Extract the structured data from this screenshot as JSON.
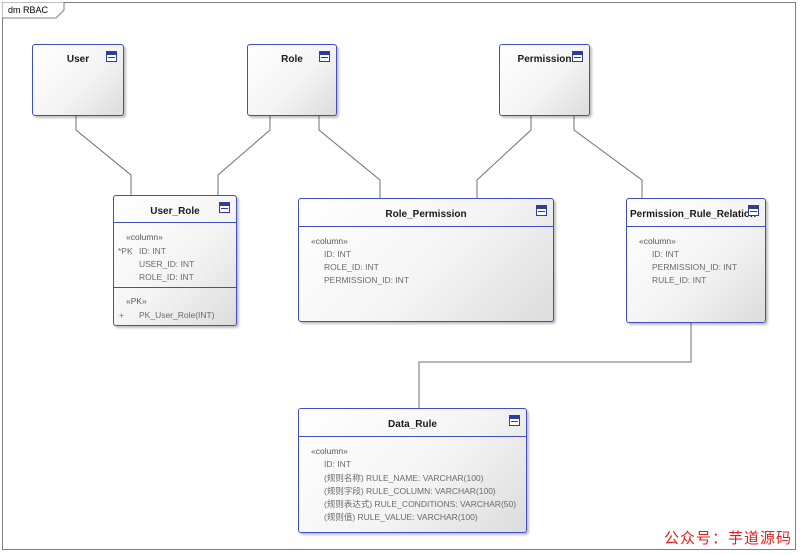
{
  "diagram": {
    "frame_label": "dm RBAC",
    "watermark": "公众号：芋道源码"
  },
  "entities": {
    "user": {
      "title": "User",
      "icon": "table-icon"
    },
    "role": {
      "title": "Role",
      "icon": "table-icon"
    },
    "permission": {
      "title": "Permission",
      "icon": "table-icon"
    },
    "user_role": {
      "title": "User_Role",
      "column_stereotype": "«column»",
      "columns": [
        {
          "marker": "*PK",
          "text": "ID: INT"
        },
        {
          "marker": "",
          "text": "USER_ID: INT"
        },
        {
          "marker": "",
          "text": "ROLE_ID: INT"
        }
      ],
      "pk_stereotype": "«PK»",
      "pk_marker": "+",
      "pk_text": "PK_User_Role(INT)"
    },
    "role_permission": {
      "title": "Role_Permission",
      "column_stereotype": "«column»",
      "columns": [
        "ID: INT",
        "ROLE_ID: INT",
        "PERMISSION_ID: INT"
      ]
    },
    "permission_rule_relation": {
      "title": "Permission_Rule_Relation",
      "column_stereotype": "«column»",
      "columns": [
        "ID: INT",
        "PERMISSION_ID: INT",
        "RULE_ID: INT"
      ]
    },
    "data_rule": {
      "title": "Data_Rule",
      "column_stereotype": "«column»",
      "columns": [
        "ID: INT",
        "(规则名称) RULE_NAME: VARCHAR(100)",
        "(规则字段) RULE_COLUMN: VARCHAR(100)",
        "(规则表达式) RULE_CONDITIONS: VARCHAR(50)",
        "(规则值) RULE_VALUE: VARCHAR(100)"
      ]
    }
  }
}
